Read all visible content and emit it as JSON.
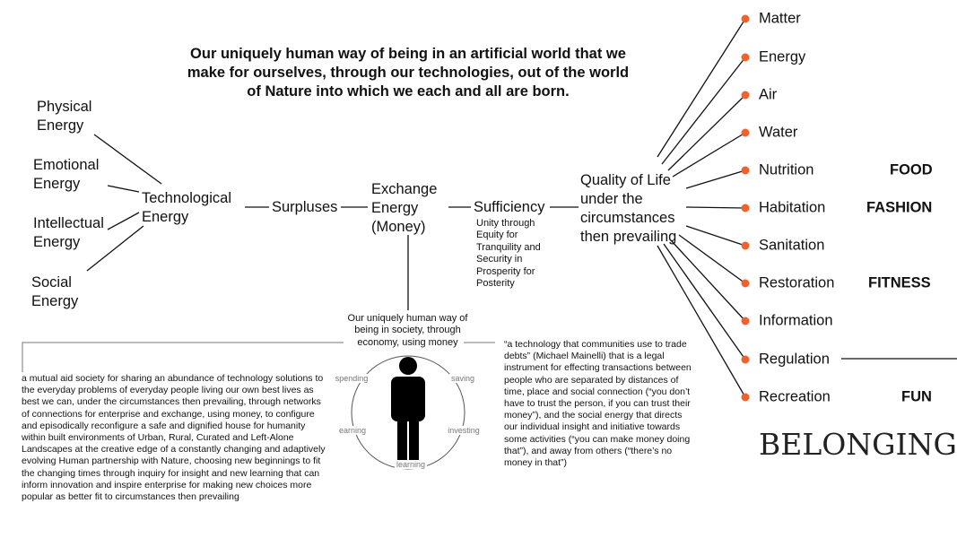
{
  "title": "Our uniquely human way of being in an artificial world that we make for ourselves, through our technologies, out of the world of Nature into which we each and all are born.",
  "energies": [
    "Physical Energy",
    "Emotional Energy",
    "Intellectual Energy",
    "Social Energy"
  ],
  "chain": {
    "tech": "Technological Energy",
    "surpluses": "Surpluses",
    "exchange": "Exchange Energy (Money)",
    "sufficiency": "Sufficiency",
    "sufficiency_note": "Unity through Equity for Tranquility and Security in Prosperity for Posterity",
    "quality": "Quality of Life under the circumstances then prevailing"
  },
  "society": "Our uniquely human way of being in society, through economy, using money",
  "cycle": {
    "spending": "spending",
    "saving": "saving",
    "earning": "earning",
    "investing": "investing",
    "learning": "learning"
  },
  "left_paragraph": "a mutual aid society for sharing an abundance of technology solutions to the everyday problems of everyday people living our own best lives as best we can, under the circumstances then prevailing, through networks of connections for enterprise and exchange, using money, to configure and episodically reconfigure a safe and dignified house for humanity within built environments of Urban, Rural, Curated and Left-Alone Landscapes at the creative edge of a constantly changing and adaptively evolving Human partnership with Nature, choosing new beginnings to fit the changing times through inquiry for insight and new learning that can inform innovation and inspire enterprise for making new choices more popular as better fit to circumstances then prevailing",
  "right_paragraph": "“a technology that communities use to trade debts” (Michael Mainelli) that is a legal instrument for effecting transactions between people who are separated by distances of time, place and social connection (“you don’t have to trust the person, if you can trust their money”), and the social energy that directs our individual insight and initiative towards some activities (“you can make money doing that”), and away from others (“there’s no money in that”)",
  "needs": [
    "Matter",
    "Energy",
    "Air",
    "Water",
    "Nutrition",
    "Habitation",
    "Sanitation",
    "Restoration",
    "Information",
    "Regulation",
    "Recreation"
  ],
  "categories": {
    "food": "FOOD",
    "fashion": "FASHION",
    "fitness": "FITNESS",
    "fun": "FUN"
  },
  "belonging": "BELONGING",
  "dot_color": "#f0622d"
}
